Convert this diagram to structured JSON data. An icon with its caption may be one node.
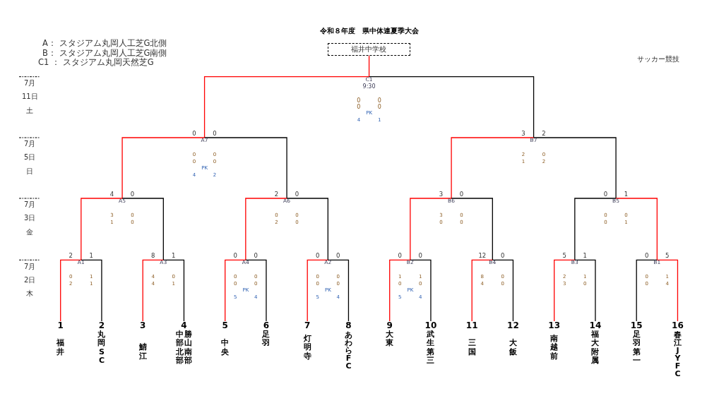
{
  "diagram": {
    "title": "令和８年度　県中体連夏季大会",
    "nodes": [
      {
        "text": [
          "福井中学校"
        ]
      },
      {
        "text": [
          "C1",
          "9:30"
        ],
        "beside": [
          "0",
          "0",
          "0",
          "0",
          "PK",
          "4",
          "1"
        ]
      },
      {
        "text": [
          "A7"
        ],
        "beside": [
          "0",
          "0",
          "0",
          "0",
          "PK",
          "4",
          "2"
        ]
      },
      {
        "text": [
          "B7"
        ],
        "beside": [
          "2",
          "0",
          "1",
          "2"
        ]
      },
      {
        "text": [
          "A5"
        ],
        "beside": [
          "3",
          "0",
          "1",
          "0"
        ]
      },
      {
        "text": [
          "A6"
        ],
        "beside": [
          "0",
          "0",
          "2",
          "0"
        ]
      },
      {
        "text": [
          "B6"
        ],
        "beside": [
          "3",
          "0",
          "0",
          "0"
        ]
      },
      {
        "text": [
          "B5"
        ],
        "beside": [
          "0",
          "0",
          "0",
          "1"
        ]
      },
      {
        "text": [
          "A1"
        ],
        "beside": [
          "0",
          "1",
          "2",
          "1"
        ]
      },
      {
        "text": [
          "A3"
        ],
        "beside": [
          "4",
          "0",
          "4",
          "1"
        ]
      },
      {
        "text": [
          "A4"
        ],
        "beside": [
          "0",
          "0",
          "0",
          "0",
          "PK",
          "5",
          "4"
        ]
      },
      {
        "text": [
          "A2"
        ],
        "beside": [
          "0",
          "0",
          "0",
          "0",
          "PK",
          "5",
          "4"
        ]
      },
      {
        "text": [
          "B2"
        ],
        "beside": [
          "1",
          "1",
          "0",
          "0",
          "PK",
          "5",
          "4"
        ]
      },
      {
        "text": [
          "B4"
        ],
        "beside": [
          "8",
          "0",
          "4",
          "0"
        ]
      },
      {
        "text": [
          "B3"
        ],
        "beside": [
          "2",
          "1",
          "3",
          "0"
        ]
      },
      {
        "text": [
          "B1"
        ],
        "beside": [
          "0",
          "1",
          "0",
          "4"
        ]
      },
      {
        "text": [
          "1",
          "福井"
        ]
      },
      {
        "text": [
          "2",
          "丸岡SC"
        ]
      },
      {
        "text": [
          "3",
          "鯖江"
        ]
      },
      {
        "text": [
          "4",
          "勝山南部中部北部"
        ]
      },
      {
        "text": [
          "5",
          "中央"
        ]
      },
      {
        "text": [
          "6",
          "足羽"
        ]
      },
      {
        "text": [
          "7",
          "灯明寺"
        ]
      },
      {
        "text": [
          "8",
          "あわらFC"
        ]
      },
      {
        "text": [
          "9",
          "大東"
        ]
      },
      {
        "text": [
          "10",
          "武生第三"
        ]
      },
      {
        "text": [
          "11",
          "三国"
        ]
      },
      {
        "text": [
          "12",
          "大飯"
        ]
      },
      {
        "text": [
          "13",
          "南越前"
        ]
      },
      {
        "text": [
          "14",
          "福大附属"
        ]
      },
      {
        "text": [
          "15",
          "足羽第一"
        ]
      },
      {
        "text": [
          "16",
          "春江JYFC"
        ]
      }
    ],
    "edges": [
      {
        "from": 1,
        "to": 0,
        "arrow": "none",
        "color": "#ff0000"
      },
      {
        "from": 2,
        "to": 1,
        "arrow": "none",
        "color": "#ff0000"
      },
      {
        "from": 3,
        "to": 1,
        "arrow": "none",
        "color": "#000000"
      },
      {
        "from": 4,
        "to": 2,
        "arrow": "none",
        "label": "0",
        "color": "#ff0000"
      },
      {
        "from": 5,
        "to": 2,
        "arrow": "none",
        "label": "0",
        "color": "#000000"
      },
      {
        "from": 6,
        "to": 3,
        "arrow": "none",
        "label": "3",
        "color": "#ff0000"
      },
      {
        "from": 7,
        "to": 3,
        "arrow": "none",
        "label": "2",
        "color": "#000000"
      },
      {
        "from": 8,
        "to": 4,
        "arrow": "none",
        "label": "4",
        "color": "#ff0000"
      },
      {
        "from": 9,
        "to": 4,
        "arrow": "none",
        "label": "0",
        "color": "#000000"
      },
      {
        "from": 10,
        "to": 5,
        "arrow": "none",
        "label": "2",
        "color": "#ff0000"
      },
      {
        "from": 11,
        "to": 5,
        "arrow": "none",
        "label": "0",
        "color": "#000000"
      },
      {
        "from": 12,
        "to": 6,
        "arrow": "none",
        "label": "3",
        "color": "#ff0000"
      },
      {
        "from": 13,
        "to": 6,
        "arrow": "none",
        "label": "0",
        "color": "#000000"
      },
      {
        "from": 14,
        "to": 7,
        "arrow": "none",
        "label": "0",
        "color": "#000000"
      },
      {
        "from": 15,
        "to": 7,
        "arrow": "none",
        "label": "1",
        "color": "#ff0000"
      },
      {
        "from": 16,
        "to": 8,
        "arrow": "none",
        "label": "2",
        "color": "#ff0000"
      },
      {
        "from": 17,
        "to": 8,
        "arrow": "none",
        "label": "1",
        "color": "#000000"
      },
      {
        "from": 18,
        "to": 9,
        "arrow": "none",
        "label": "8",
        "color": "#ff0000"
      },
      {
        "from": 19,
        "to": 9,
        "arrow": "none",
        "label": "1",
        "color": "#000000"
      },
      {
        "from": 20,
        "to": 10,
        "arrow": "none",
        "label": "0",
        "color": "#ff0000"
      },
      {
        "from": 21,
        "to": 10,
        "arrow": "none",
        "label": "0",
        "color": "#000000"
      },
      {
        "from": 22,
        "to": 11,
        "arrow": "none",
        "label": "0",
        "color": "#ff0000"
      },
      {
        "from": 23,
        "to": 11,
        "arrow": "none",
        "label": "0",
        "color": "#000000"
      },
      {
        "from": 24,
        "to": 12,
        "arrow": "none",
        "label": "0",
        "color": "#ff0000"
      },
      {
        "from": 25,
        "to": 12,
        "arrow": "none",
        "label": "0",
        "color": "#000000"
      },
      {
        "from": 26,
        "to": 13,
        "arrow": "none",
        "label": "12",
        "color": "#ff0000"
      },
      {
        "from": 27,
        "to": 13,
        "arrow": "none",
        "label": "0",
        "color": "#000000"
      },
      {
        "from": 28,
        "to": 14,
        "arrow": "none",
        "label": "5",
        "color": "#ff0000"
      },
      {
        "from": 29,
        "to": 14,
        "arrow": "none",
        "label": "1",
        "color": "#000000"
      },
      {
        "from": 30,
        "to": 15,
        "arrow": "none",
        "label": "0",
        "color": "#000000"
      },
      {
        "from": 31,
        "to": 15,
        "arrow": "none",
        "label": "5",
        "color": "#ff0000"
      }
    ],
    "labels": [
      "A： スタジアム丸岡人工芝G北側",
      "B： スタジアム丸岡人工芝G南側",
      "C1 ： スタジアム丸岡天然芝G",
      "サッカー競技",
      "7月",
      "11日",
      "土",
      "7月",
      "5日",
      "日",
      "7月",
      "3日",
      "金",
      "7月",
      "2日",
      "木"
    ]
  }
}
